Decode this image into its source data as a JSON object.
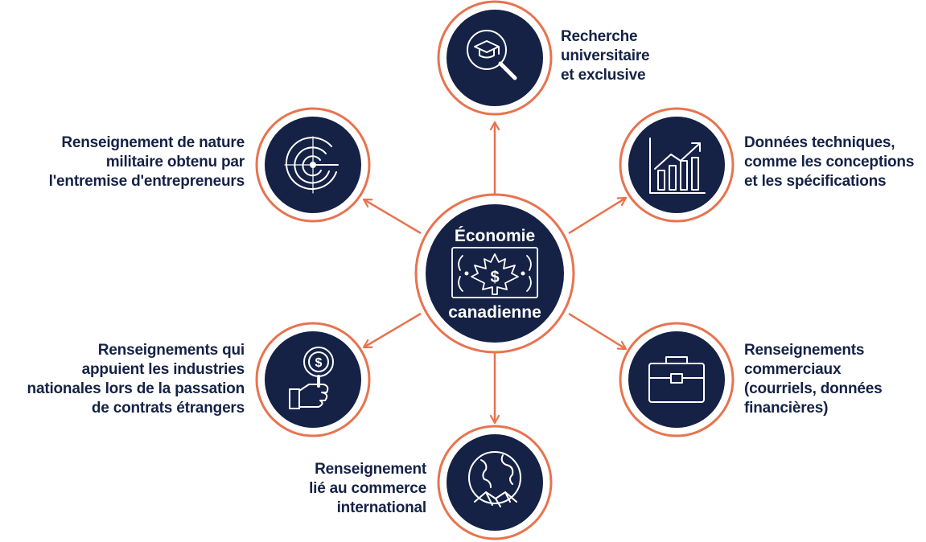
{
  "colors": {
    "navy": "#152246",
    "orange": "#e8734f",
    "white": "#ffffff"
  },
  "center": {
    "title_top": "Économie",
    "title_bottom": "canadienne",
    "icon": "maple-leaf-banknote-icon"
  },
  "nodes": [
    {
      "id": "research",
      "icon": "graduation-cap-magnifier-icon",
      "lines": [
        "Recherche",
        "universitaire",
        "et exclusive"
      ]
    },
    {
      "id": "technical",
      "icon": "growth-chart-icon",
      "lines": [
        "Données techniques,",
        "comme les conceptions",
        "et les spécifications"
      ]
    },
    {
      "id": "commercial",
      "icon": "briefcase-icon",
      "lines": [
        "Renseignements",
        "commerciaux",
        "(courriels, données",
        "financières)"
      ]
    },
    {
      "id": "trade",
      "icon": "globe-handshake-icon",
      "lines": [
        "Renseignement",
        "lié au commerce",
        "international"
      ]
    },
    {
      "id": "contracts",
      "icon": "money-search-thumbs-up-icon",
      "lines": [
        "Renseignements qui",
        "appuient les industries",
        "nationales lors de la passation",
        "de contrats étrangers"
      ]
    },
    {
      "id": "military",
      "icon": "radar-icon",
      "lines": [
        "Renseignement de nature",
        "militaire obtenu par",
        "l'entremise d'entrepreneurs"
      ]
    }
  ]
}
